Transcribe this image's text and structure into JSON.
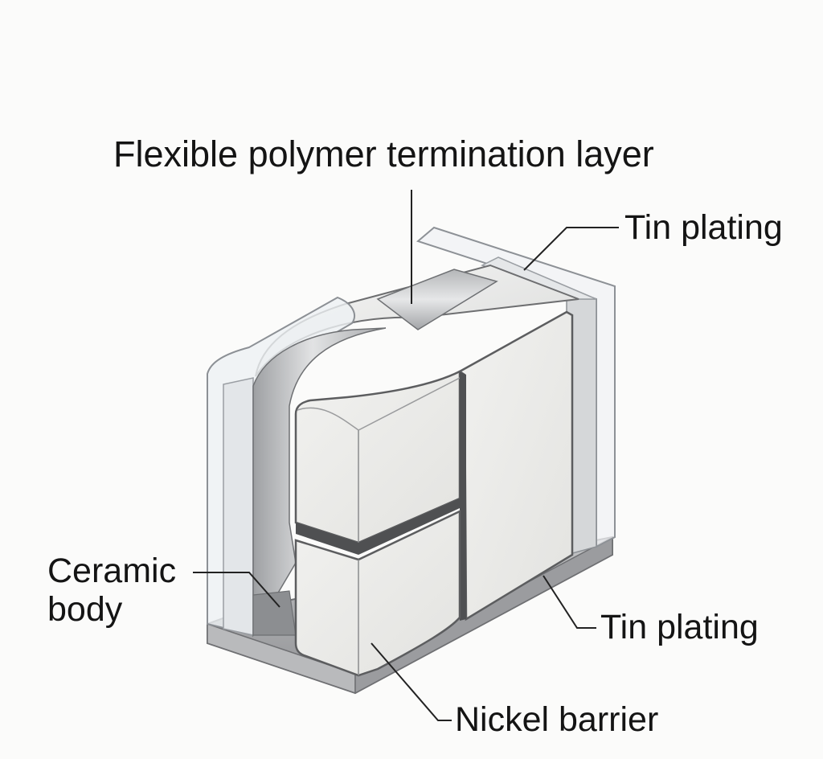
{
  "diagram": {
    "labels": {
      "polymer_layer": "Flexible polymer termination layer",
      "tin_plating_top": "Tin plating",
      "ceramic_body_line1": "Ceramic",
      "ceramic_body_line2": "body",
      "tin_plating_bottom": "Tin plating",
      "nickel_barrier": "Nickel barrier"
    },
    "colors": {
      "background": "#fbfbfa",
      "ceramic": "#e9e9e6",
      "ceramic_edge": "#6a6a6a",
      "metal_band": "#c9cacb",
      "transparent_shell": "#eef1f4",
      "base_plate": "#a8a9ab",
      "leader_line": "#222222"
    }
  }
}
